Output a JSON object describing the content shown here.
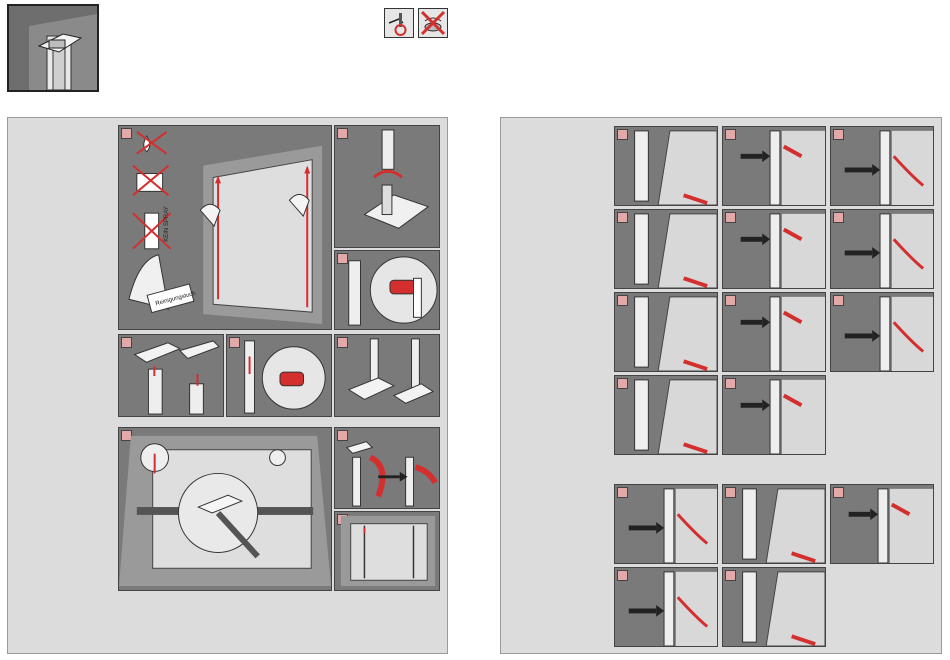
{
  "header": {
    "hero_image": "mounting-clip-photo",
    "icons": [
      {
        "name": "tool-allowed-icon",
        "color": "#c0392b"
      },
      {
        "name": "adhesive-not-allowed-icon",
        "color": "#c0392b"
      }
    ]
  },
  "left_panel": {
    "steps": [
      {
        "id": "step-clean-window",
        "note": "Reinigungstuch",
        "spray_label": "KEIN SPRAY"
      },
      {
        "id": "step-screw-bracket"
      },
      {
        "id": "step-clip-detail"
      },
      {
        "id": "step-attach-rail"
      },
      {
        "id": "step-insert-clip"
      },
      {
        "id": "step-bracket-pair"
      },
      {
        "id": "step-measure-frame"
      },
      {
        "id": "step-slide-cord"
      },
      {
        "id": "step-frame-check"
      }
    ]
  },
  "right_panel": {
    "steps": [
      {
        "id": "r-step-1"
      },
      {
        "id": "r-step-2"
      },
      {
        "id": "r-step-3"
      },
      {
        "id": "r-step-4"
      },
      {
        "id": "r-step-5"
      },
      {
        "id": "r-step-6"
      },
      {
        "id": "r-step-7"
      },
      {
        "id": "r-step-8"
      },
      {
        "id": "r-step-9"
      },
      {
        "id": "r-step-10"
      },
      {
        "id": "r-step-11"
      },
      {
        "id": "r-step-12"
      },
      {
        "id": "r-step-13"
      },
      {
        "id": "r-step-14"
      },
      {
        "id": "r-step-15"
      },
      {
        "id": "r-step-16"
      }
    ]
  },
  "colors": {
    "accent": "#d32f2f",
    "frame": "#7a7a7a",
    "glass": "#d9d9d9",
    "panel": "#dcdcdc"
  }
}
